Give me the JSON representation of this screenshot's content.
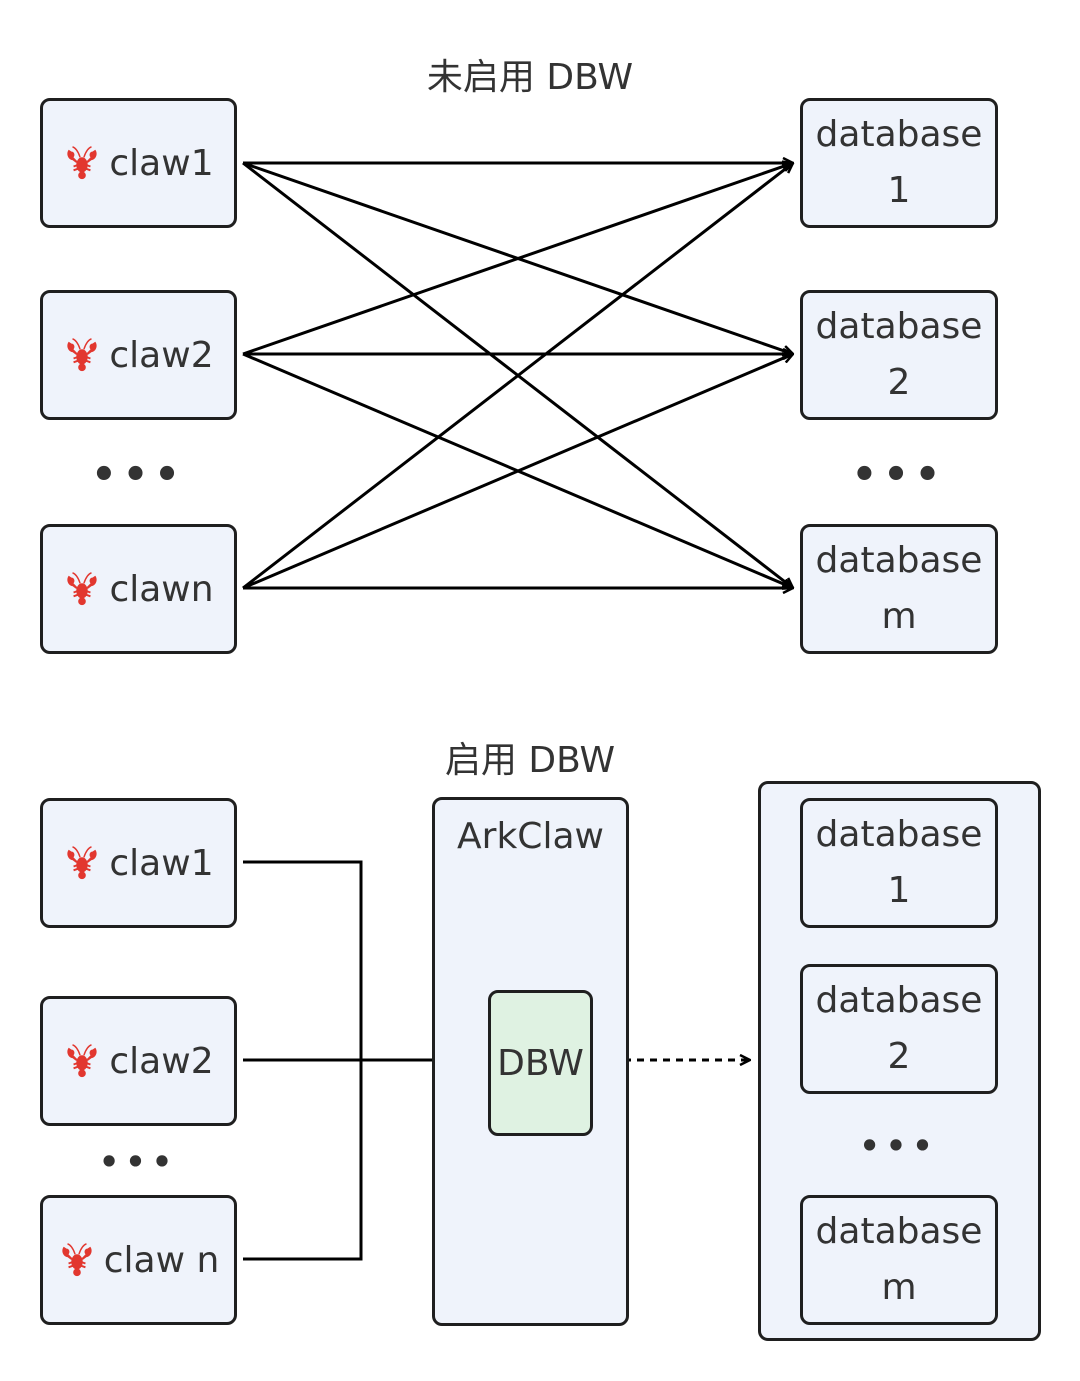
{
  "top": {
    "title": "未启用 DBW",
    "claws": [
      {
        "label": "claw1"
      },
      {
        "label": "claw2"
      },
      {
        "label": "clawn"
      }
    ],
    "databases": [
      {
        "label": "database 1"
      },
      {
        "label": "database 2"
      },
      {
        "label": "database m"
      }
    ],
    "ellipsis_left": "•••",
    "ellipsis_right": "•••"
  },
  "bottom": {
    "title": "启用 DBW",
    "claws": [
      {
        "label": "claw1"
      },
      {
        "label": "claw2"
      },
      {
        "label": "claw n"
      }
    ],
    "ellipsis_left": "•••",
    "arkclaw_title": "ArkClaw",
    "dbw_label": "DBW",
    "databases": [
      {
        "label": "database 1"
      },
      {
        "label": "database 2"
      },
      {
        "label": "database m"
      }
    ],
    "ellipsis_db": "•••"
  },
  "colors": {
    "node_fill": "#eff3fb",
    "dbw_fill": "#dff2e2",
    "stroke": "#1f1f1f",
    "lobster": "#e2372f"
  },
  "icons": {
    "claw": "lobster-icon"
  }
}
